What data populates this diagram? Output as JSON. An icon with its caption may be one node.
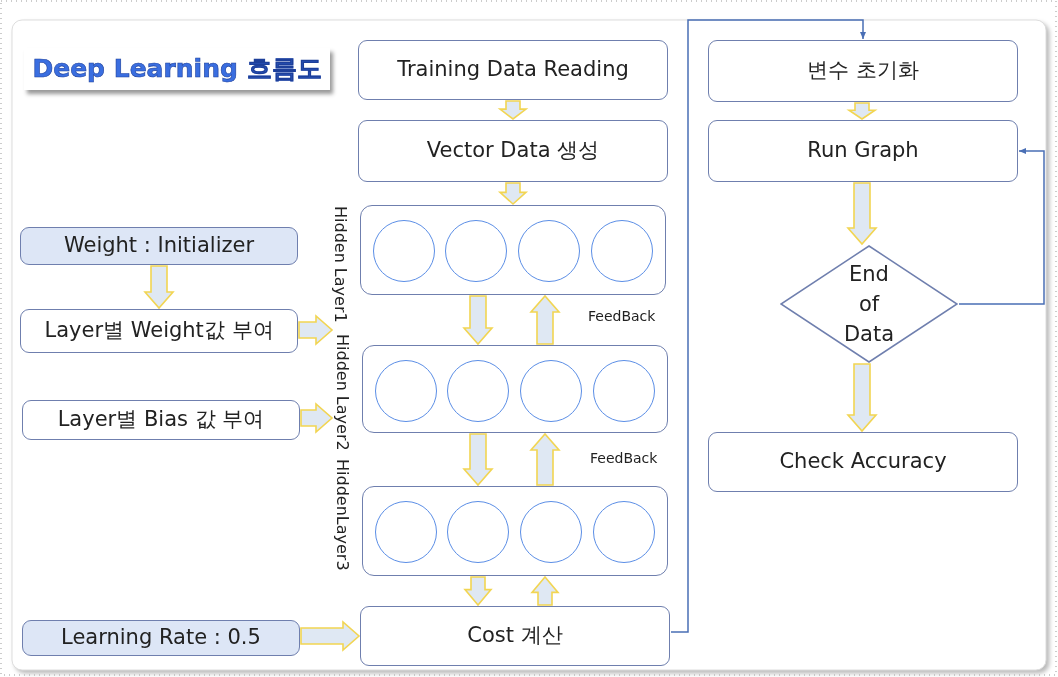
{
  "diagram": {
    "title": "Deep Learning 흐름도",
    "nodes": [
      {
        "text": [
          "Training Data Reading"
        ]
      },
      {
        "text": [
          "Vector Data 생성"
        ]
      },
      {
        "text": [],
        "shape": "box",
        "beside": [
          "Hidden Layer1"
        ]
      },
      {
        "text": [],
        "shape": "circle",
        "in": 2
      },
      {
        "text": [],
        "shape": "circle",
        "in": 2
      },
      {
        "text": [],
        "shape": "circle",
        "in": 2
      },
      {
        "text": [],
        "shape": "circle",
        "in": 2
      },
      {
        "text": [],
        "shape": "box",
        "beside": [
          "Hidden Layer2"
        ]
      },
      {
        "text": [],
        "shape": "circle",
        "in": 7
      },
      {
        "text": [],
        "shape": "circle",
        "in": 7
      },
      {
        "text": [],
        "shape": "circle",
        "in": 7
      },
      {
        "text": [],
        "shape": "circle",
        "in": 7
      },
      {
        "text": [],
        "shape": "box",
        "beside": [
          "HiddenLayer3"
        ]
      },
      {
        "text": [],
        "shape": "circle",
        "in": 12
      },
      {
        "text": [],
        "shape": "circle",
        "in": 12
      },
      {
        "text": [],
        "shape": "circle",
        "in": 12
      },
      {
        "text": [],
        "shape": "circle",
        "in": 12
      },
      {
        "text": [
          "Cost 계산"
        ]
      },
      {
        "text": [
          "Weight : Initializer"
        ]
      },
      {
        "text": [
          "Layer별 Weight값 부여"
        ]
      },
      {
        "text": [
          "Layer별 Bias 값 부여"
        ]
      },
      {
        "text": [
          "Learning Rate : 0.5"
        ]
      },
      {
        "text": [
          "변수 초기화"
        ]
      },
      {
        "text": [
          "Run Graph"
        ]
      },
      {
        "text": [
          "End of Data"
        ]
      },
      {
        "text": [
          "Check Accuracy"
        ]
      }
    ],
    "edges": [
      {
        "from": 0,
        "to": 1,
        "arrow": "to"
      },
      {
        "from": 1,
        "to": 2,
        "arrow": "to"
      },
      {
        "from": 2,
        "to": 7,
        "arrow": "to"
      },
      {
        "from": 7,
        "to": 2,
        "arrow": "to",
        "label": "FeedBack"
      },
      {
        "from": 7,
        "to": 12,
        "arrow": "to"
      },
      {
        "from": 12,
        "to": 7,
        "arrow": "to",
        "label": "FeedBack"
      },
      {
        "from": 12,
        "to": 17,
        "arrow": "to"
      },
      {
        "from": 17,
        "to": 12,
        "arrow": "to"
      },
      {
        "from": 18,
        "to": 19,
        "arrow": "to"
      },
      {
        "from": 19,
        "to": null,
        "arrow": "to"
      },
      {
        "from": 20,
        "to": null,
        "arrow": "to"
      },
      {
        "from": 21,
        "to": 17,
        "arrow": "to"
      },
      {
        "from": 17,
        "to": 22,
        "arrow": "to",
        "color": "#4a6fb5"
      },
      {
        "from": 22,
        "to": 23,
        "arrow": "to"
      },
      {
        "from": 23,
        "to": 24,
        "arrow": "to"
      },
      {
        "from": 24,
        "to": 23,
        "arrow": "to",
        "color": "#4a6fb5"
      },
      {
        "from": 24,
        "to": 25,
        "arrow": "to"
      }
    ]
  }
}
